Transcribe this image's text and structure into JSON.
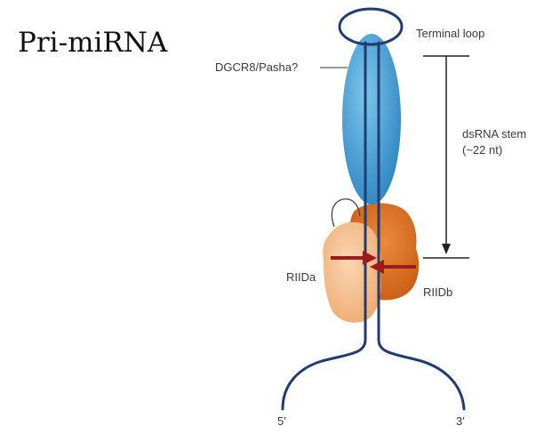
{
  "figure": {
    "title": "Pri-miRNA",
    "labels": {
      "terminal_loop": "Terminal loop",
      "dgcr8": "DGCR8/Pasha?",
      "stem_line1": "dsRNA stem",
      "stem_line2": "(~22 nt)",
      "rIIDa": "RIIDa",
      "rIIDb": "RIIDb",
      "five_prime": "5′",
      "three_prime": "3′"
    },
    "colors": {
      "rna_strand": "#1f3c73",
      "dgcr8_blue": "#3f9bd3",
      "rIIDa_light_orange": "#f2bd8d",
      "rIIDb_dark_orange": "#d96a1c",
      "cleavage_arrow": "#9e1b1b"
    }
  }
}
